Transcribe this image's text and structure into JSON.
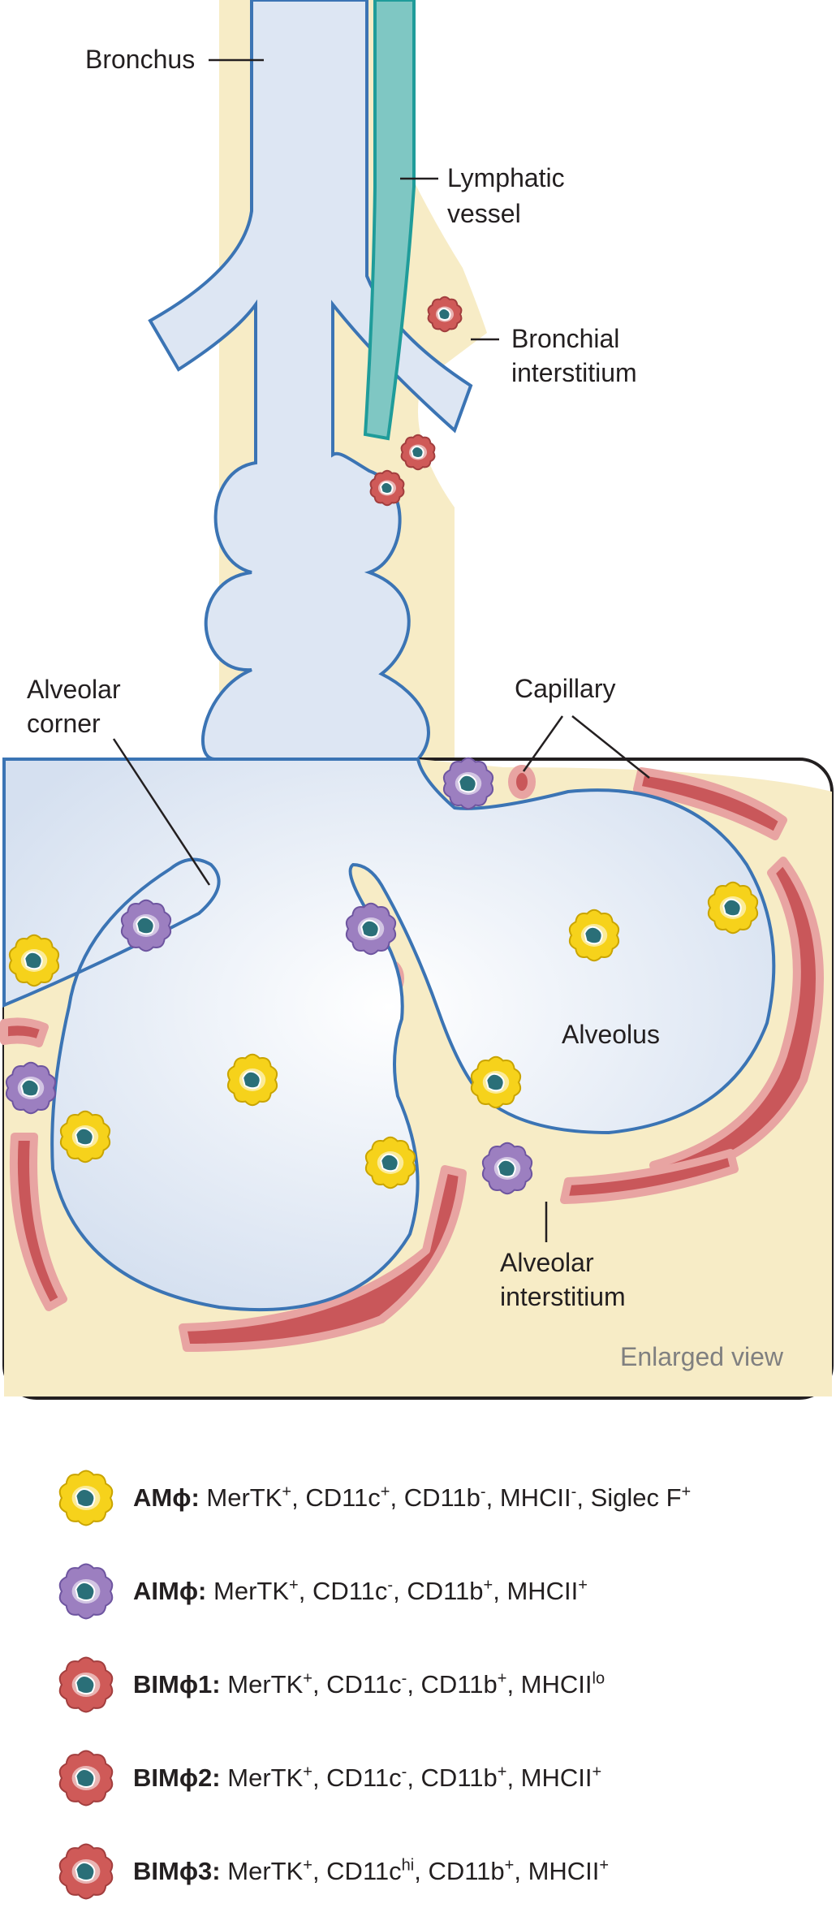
{
  "labels": {
    "bronchus": "Bronchus",
    "lymphatic_vessel": [
      "Lymphatic",
      "vessel"
    ],
    "bronchial_interstitium": [
      "Bronchial",
      "interstitium"
    ],
    "alveolar_corner": [
      "Alveolar",
      "corner"
    ],
    "capillary": "Capillary",
    "alveolus": "Alveolus",
    "alveolar_interstitium": [
      "Alveolar",
      "interstitium"
    ],
    "enlarged_view": "Enlarged view"
  },
  "colors": {
    "airway_fill": "#dde6f3",
    "airway_stroke": "#3b74b4",
    "interstitium": "#f7ecc6",
    "capillary_fill": "#c9575a",
    "capillary_rim": "#e8a4a2",
    "lymph_fill": "#7fc7c3",
    "lymph_stroke": "#1f9c9a",
    "am_cell": "#f6d21b",
    "aim_cell": "#9c7fc0",
    "bim_cell": "#cf5a58",
    "nucleus": "#2a6f78"
  },
  "legend": [
    {
      "cell": "am",
      "name": "AMϕ:",
      "markers": [
        [
          "MerTK",
          "+"
        ],
        [
          "CD11c",
          "+"
        ],
        [
          "CD11b",
          "-"
        ],
        [
          "MHCII",
          "-"
        ],
        [
          "Siglec F",
          "+"
        ]
      ]
    },
    {
      "cell": "aim",
      "name": "AIMϕ:",
      "markers": [
        [
          "MerTK",
          "+"
        ],
        [
          "CD11c",
          "-"
        ],
        [
          "CD11b",
          "+"
        ],
        [
          "MHCII",
          "+"
        ]
      ]
    },
    {
      "cell": "bim",
      "name": "BIMϕ1:",
      "markers": [
        [
          "MerTK",
          "+"
        ],
        [
          "CD11c",
          "-"
        ],
        [
          "CD11b",
          "+"
        ],
        [
          "MHCII",
          "lo"
        ]
      ]
    },
    {
      "cell": "bim",
      "name": "BIMϕ2:",
      "markers": [
        [
          "MerTK",
          "+"
        ],
        [
          "CD11c",
          "-"
        ],
        [
          "CD11b",
          "+"
        ],
        [
          "MHCII",
          "+"
        ]
      ]
    },
    {
      "cell": "bim",
      "name": "BIMϕ3:",
      "markers": [
        [
          "MerTK",
          "+"
        ],
        [
          "CD11c",
          "hi"
        ],
        [
          "CD11b",
          "+"
        ],
        [
          "MHCII",
          "+"
        ]
      ]
    }
  ]
}
